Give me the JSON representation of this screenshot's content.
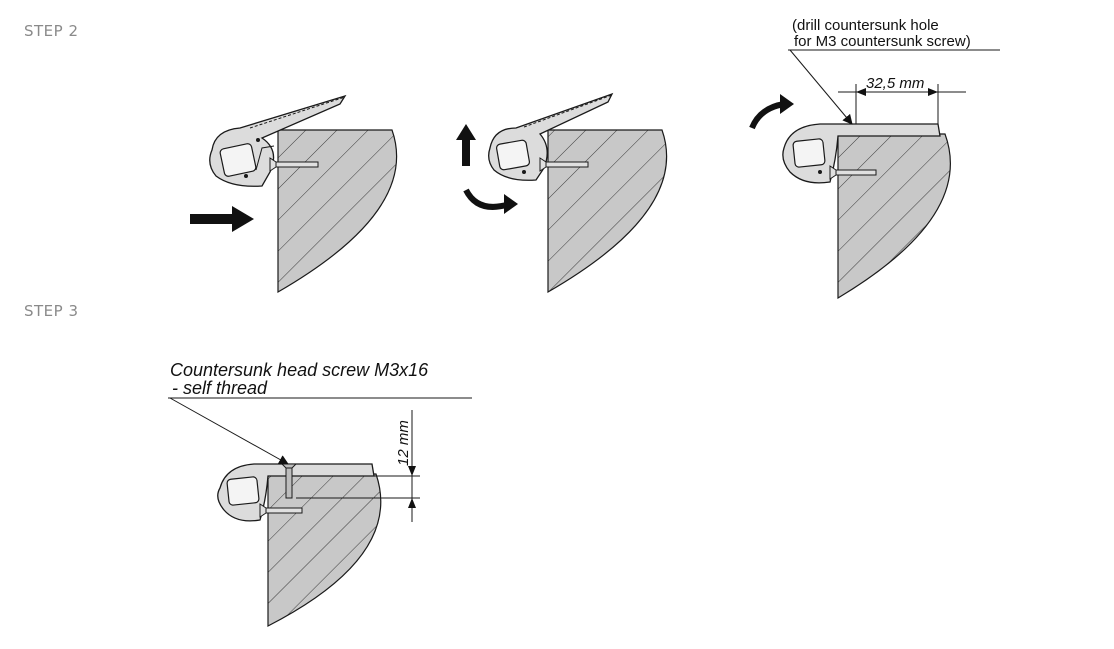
{
  "steps": {
    "step2": {
      "label": "STEP 2"
    },
    "step3": {
      "label": "STEP 3"
    }
  },
  "annotations": {
    "drill_line1": "(drill countersunk hole",
    "drill_line2": "for M3 countersunk screw)",
    "dim_32": "32,5 mm",
    "screw_line1": "Countersunk head screw M3x16",
    "screw_line2": "- self thread",
    "dim_12": "12 mm"
  },
  "colors": {
    "wall_fill": "#c8c8c8",
    "line": "#1a1a1a",
    "profile_fill": "#dcdcdc"
  }
}
